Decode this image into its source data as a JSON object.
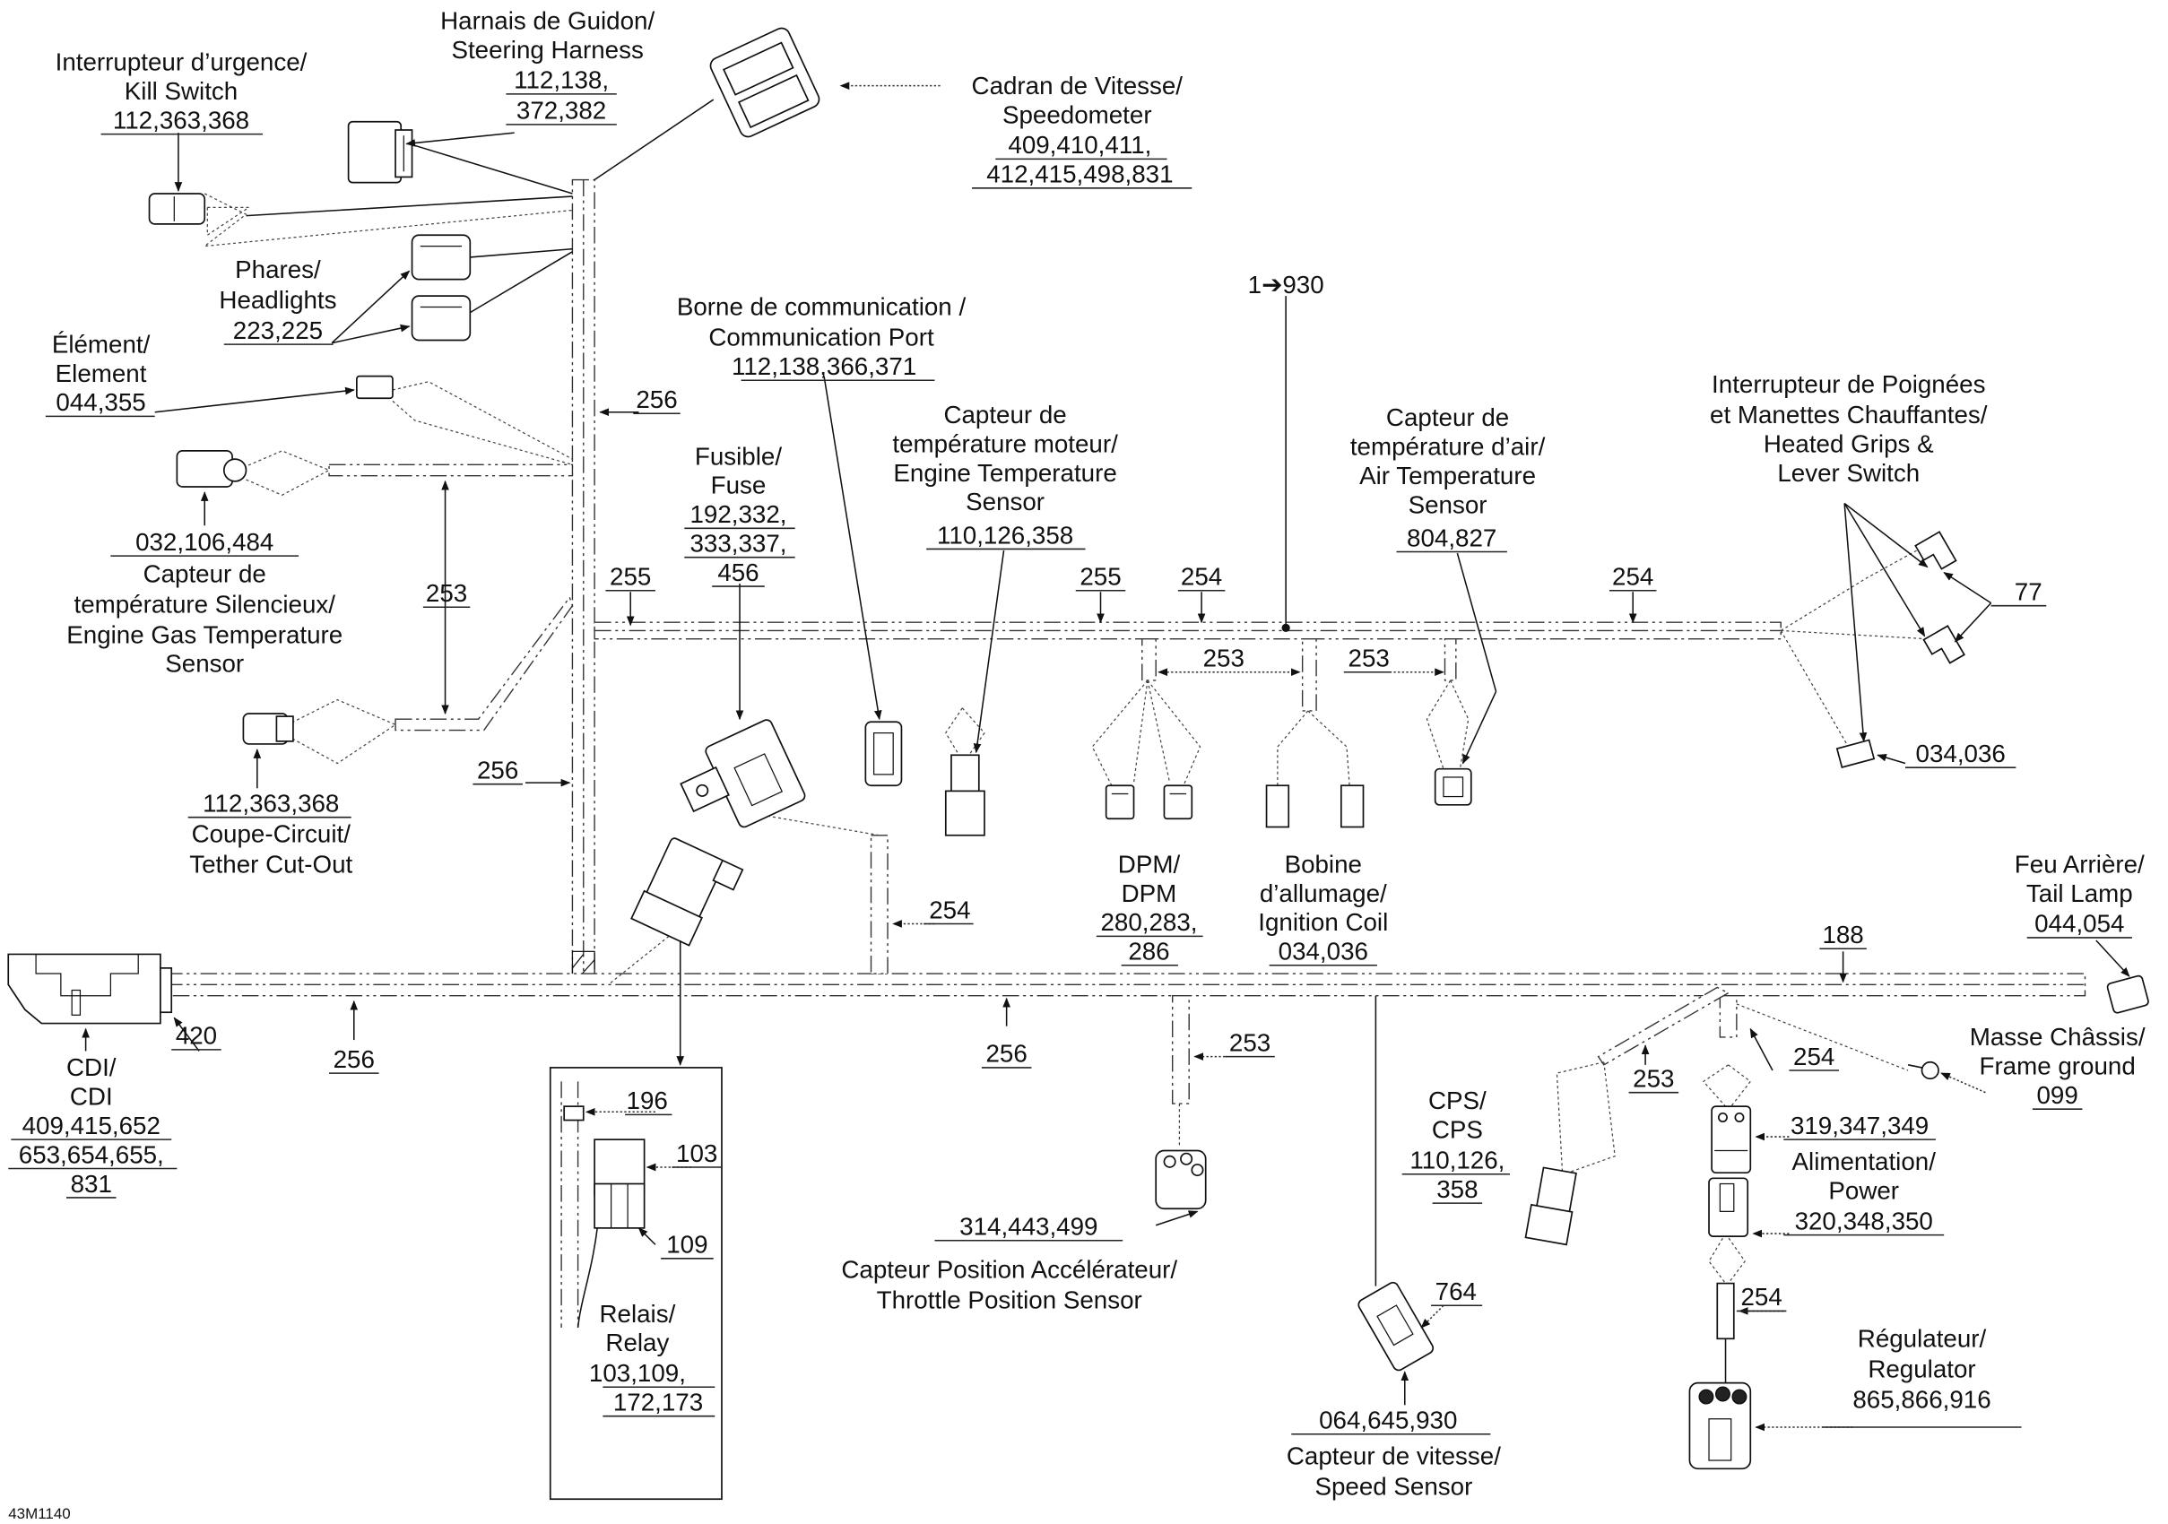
{
  "figure_id": "43M1140",
  "components": {
    "kill_switch": {
      "fr": "Interrupteur d’urgence/",
      "en": "Kill Switch",
      "refs": [
        "112,363,368"
      ]
    },
    "steering_harness": {
      "fr": "Harnais de Guidon/",
      "en": "Steering Harness",
      "refs": [
        "112,138,",
        "372,382"
      ]
    },
    "speedometer": {
      "fr": "Cadran de Vitesse/",
      "en": "Speedometer",
      "refs": [
        "409,410,411,",
        "412,415,498,831"
      ]
    },
    "headlights": {
      "fr": "Phares/",
      "en": "Headlights",
      "refs": [
        "223,225"
      ]
    },
    "element": {
      "fr": "Élément/",
      "en": "Element",
      "refs": [
        "044,355"
      ]
    },
    "gas_temp_sensor": {
      "refs": [
        "032,106,484"
      ],
      "lines": [
        "Capteur de",
        "température Silencieux/",
        "Engine Gas Temperature",
        "Sensor"
      ]
    },
    "tether": {
      "refs": [
        "112,363,368"
      ],
      "fr": "Coupe-Circuit/",
      "en": "Tether Cut-Out"
    },
    "comm_port": {
      "fr": "Borne de communication /",
      "en": "Communication Port",
      "refs": [
        "112,138,366,371"
      ]
    },
    "fuse": {
      "fr": "Fusible/",
      "en": "Fuse",
      "refs": [
        "192,332,",
        "333,337,",
        "456"
      ]
    },
    "engine_temp": {
      "lines": [
        "Capteur de",
        "température moteur/",
        "Engine Temperature",
        "Sensor"
      ],
      "refs": [
        "110,126,358"
      ]
    },
    "air_temp": {
      "lines": [
        "Capteur de",
        "température d’air/",
        "Air Temperature",
        "Sensor"
      ],
      "refs": [
        "804,827"
      ]
    },
    "heated_grips": {
      "lines": [
        "Interrupteur de Poignées",
        "et Manettes Chauffantes/",
        "Heated Grips &",
        "Lever Switch"
      ],
      "refs": [
        "77",
        "034,036"
      ]
    },
    "dpm": {
      "fr": "DPM/",
      "en": "DPM",
      "refs": [
        "280,283,",
        "286"
      ]
    },
    "ignition_coil": {
      "lines": [
        "Bobine",
        "d’allumage/",
        "Ignition Coil"
      ],
      "refs": [
        "034,036"
      ]
    },
    "tail_lamp": {
      "fr": "Feu Arrière/",
      "en": "Tail Lamp",
      "refs": [
        "044,054"
      ]
    },
    "frame_ground": {
      "fr": "Masse Châssis/",
      "en": "Frame ground",
      "refs": [
        "099"
      ]
    },
    "cdi": {
      "fr": "CDI/",
      "en": "CDI",
      "refs": [
        "409,415,652",
        "653,654,655,",
        "831"
      ],
      "connector_ref": "420"
    },
    "relay": {
      "fr": "Relais/",
      "en": "Relay",
      "refs": [
        "103,109,",
        "172,173"
      ],
      "detail_refs": [
        "196",
        "103",
        "109"
      ]
    },
    "tps": {
      "refs": [
        "314,443,499"
      ],
      "fr": "Capteur Position Accélérateur/",
      "en": "Throttle Position Sensor"
    },
    "cps": {
      "fr": "CPS/",
      "en": "CPS",
      "refs": [
        "110,126,",
        "358"
      ]
    },
    "speed_sensor": {
      "refs": [
        "064,645,930"
      ],
      "fr": "Capteur de vitesse/",
      "en": "Speed Sensor",
      "connector_ref": "764"
    },
    "power": {
      "fr": "Alimentation/",
      "en": "Power",
      "refs": [
        "319,347,349",
        "320,348,350"
      ]
    },
    "regulator": {
      "fr": "Régulateur/",
      "en": "Regulator",
      "refs": [
        "865,866,916"
      ]
    }
  },
  "harness_callouts": {
    "c256_upper": "256",
    "c253_left": "253",
    "c256_left": "256",
    "c255_a": "255",
    "c255_b": "255",
    "c254_a": "254",
    "c254_right": "254",
    "c253_mid_a": "253",
    "c253_mid_b": "253",
    "c254_fuse": "254",
    "c256_bottom_a": "256",
    "c256_bottom_b": "256",
    "c253_tps": "253",
    "c253_cps": "253",
    "c254_power": "254",
    "c254_reg": "254",
    "c188": "188",
    "range": "1➔930"
  }
}
